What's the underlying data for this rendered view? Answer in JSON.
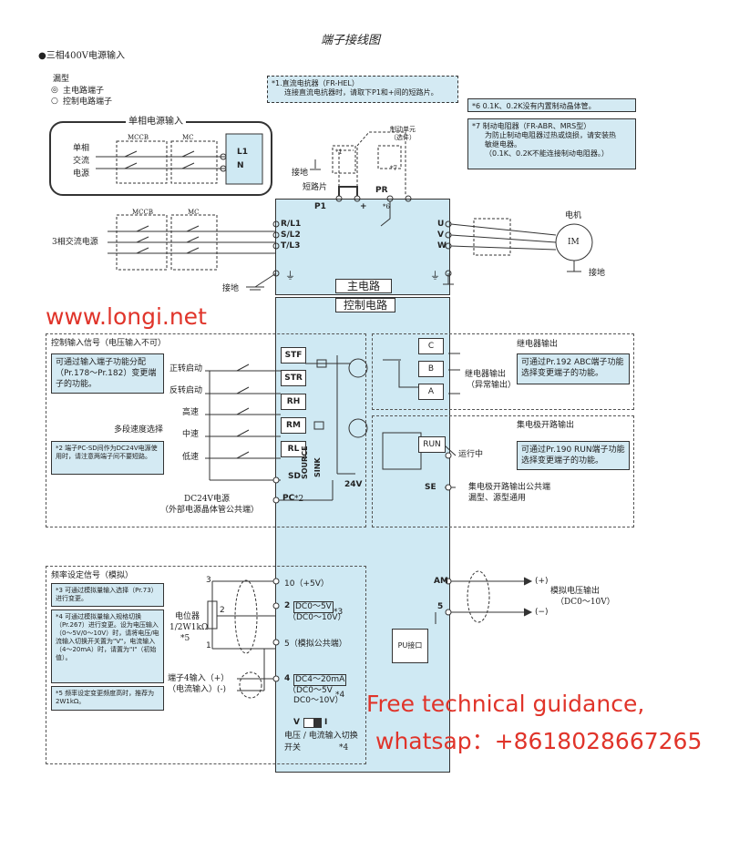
{
  "title": "端子接线图",
  "subtitle": "●三相400V电源输入",
  "legend": {
    "heading": "漏型",
    "main": "主电路端子",
    "control": "控制电路端子"
  },
  "single_phase": {
    "heading": "单相电源输入",
    "mccb": "MCCB",
    "mc": "MC",
    "source": [
      "单相",
      "交流",
      "电源"
    ],
    "l1": "L1",
    "n": "N"
  },
  "three_phase": {
    "source": "3相交流电源",
    "mccb": "MCCB",
    "mc": "MC"
  },
  "ground_label": "接地",
  "short_piece": "短路片",
  "brake_unit": [
    "制动单元",
    "（选件）"
  ],
  "notes": {
    "n1": [
      "*1.直流电抗器（FR-HEL）",
      "连接直流电抗器时，请取下P1和+间的短路片。"
    ],
    "n6": "*6  0.1K、0.2K没有内置制动晶体管。",
    "n7": [
      "*7  制动电阻器（FR-ABR、MRS型）",
      "为防止制动电阻器过热或烧损，请安装热",
      "敏继电器。",
      "（0.1K、0.2K不能连接制动电阻器。）"
    ]
  },
  "marks": {
    "star1": "*1",
    "star7": "*7",
    "star6": "*6"
  },
  "main_terminals": {
    "p1": "P1",
    "plus": "+",
    "pr": "PR",
    "rl1": "R/L1",
    "sl2": "S/L2",
    "tl3": "T/L3",
    "u": "U",
    "v": "V",
    "w": "W"
  },
  "motor": {
    "label": "电机",
    "im": "IM"
  },
  "main_circuit": "主电路",
  "control_circuit": "控制电路",
  "watermark_url": "www.longi.net",
  "control_inputs": {
    "heading": "控制输入信号（电压输入不可）",
    "note": "可通过输入端子功能分配（Pr.178～Pr.182）变更端子的功能。",
    "note2": "*2  端子PC-SD间作为DC24V电源使用时，请注意两端子间不要短路。",
    "fwd": "正转启动",
    "rev": "反转启动",
    "multi": "多段速度选择",
    "high": "高速",
    "mid": "中速",
    "low": "低速",
    "terms": [
      "STF",
      "STR",
      "RH",
      "RM",
      "RL"
    ],
    "sd": "SD",
    "pc": "PC",
    "pc_note": "*2",
    "source": "SOURCE",
    "sink": "SINK",
    "v24": "24V",
    "dc24": [
      "DC24V电源",
      "（外部电源晶体管公共端）"
    ]
  },
  "relay": {
    "heading": "继电器输出",
    "label": [
      "继电器输出",
      "（异常输出）"
    ],
    "note": "可通过Pr.192 ABC端子功能选择变更端子的功能。",
    "c": "C",
    "b": "B",
    "a": "A"
  },
  "collector": {
    "heading": "集电极开路输出",
    "run": "RUN",
    "running": "运行中",
    "se": "SE",
    "note": "可通过Pr.190 RUN端子功能选择变更端子的功能。",
    "common": [
      "集电极开路输出公共端",
      "漏型、源型通用"
    ]
  },
  "freq": {
    "heading": "频率设定信号（模拟）",
    "n3": "*3  可通过模拟量输入选择（Pr.73）进行变更。",
    "n4": "*4  可通过模拟量输入规格切换（Pr.267）进行变更。设为电压输入（0～5V/0～10V）时，请将电压/电流输入切换开关置为\"V\"，电流输入（4～20mA）时，请置为\"I\"（初始值）。",
    "n5": "*5  频率设定变更频度高时，推荐为2W1kΩ。",
    "t10": "10（+5V）",
    "t2a": "DC0～5V",
    "t2b": "（DC0～10V）",
    "t2n": "*3",
    "t5": "5（模拟公共端）",
    "t4a": "DC4～20mA",
    "t4b": "（DC0～5V",
    "t4c": "DC0～10V）",
    "t4n": "*4",
    "n2": "2",
    "n4t": "4",
    "pot": [
      "电位器",
      "1/2W1kΩ"
    ],
    "pot_note": "*5",
    "p3": "3",
    "p2": "2",
    "p1": "1",
    "t4in": [
      "端子4输入（+）",
      "（电流输入）(-)"
    ],
    "vi": [
      "V",
      "I"
    ],
    "switch": [
      "电压 / 电流输入切换",
      "开关"
    ],
    "switch_note": "*4"
  },
  "analog_out": {
    "am": "AM",
    "five": "5",
    "plus": "(+)",
    "minus": "(−)",
    "label": [
      "模拟电压输出",
      "（DC0～10V）"
    ]
  },
  "pu": "PU接口",
  "watermark2": [
    "Free technical guidance,",
    "whatsap：+8618028667265"
  ],
  "colors": {
    "block": "#cfe9f3",
    "note": "#d4eaf3",
    "red": "#e0342a"
  }
}
